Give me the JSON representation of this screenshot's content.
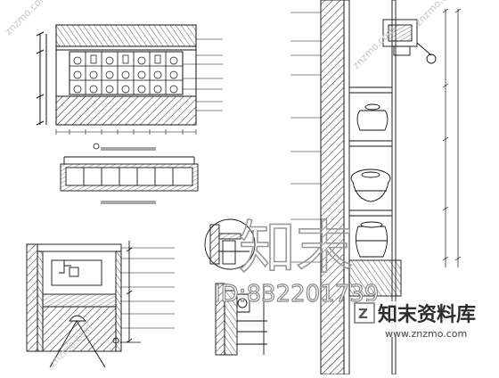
{
  "watermark": {
    "big_text": "知末",
    "id_text": "ID:832201739",
    "brand_cn": "知末资料库",
    "brand_url": "www.znzmo.com",
    "diag_text": "znzmo.com"
  },
  "colors": {
    "ink": "#111111",
    "hatch": "#333333",
    "watermark": "#9a9a9a",
    "watermark_light": "#c4c4c4"
  }
}
